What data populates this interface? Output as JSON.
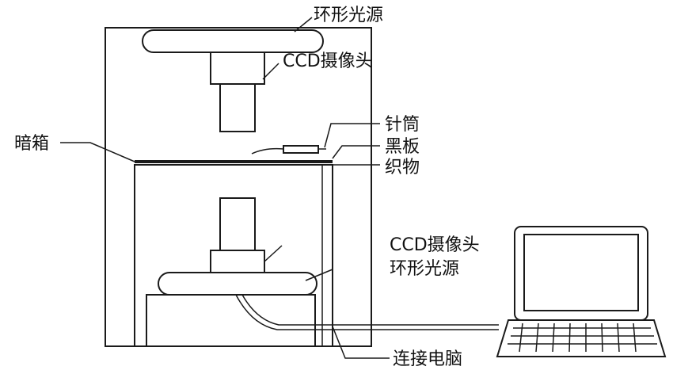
{
  "labels": {
    "top_ring_light": "环形光源",
    "top_ccd_camera": "CCD摄像头",
    "needle": "针筒",
    "black_board": "黑板",
    "dark_box": "暗箱",
    "fabric": "织物",
    "bottom_ccd_camera": "CCD摄像头",
    "bottom_ring_light": "环形光源",
    "connect_computer": "连接电脑"
  },
  "colors": {
    "line": "#1a1a1a",
    "background": "#ffffff",
    "screen_fill": "#ffffff"
  }
}
